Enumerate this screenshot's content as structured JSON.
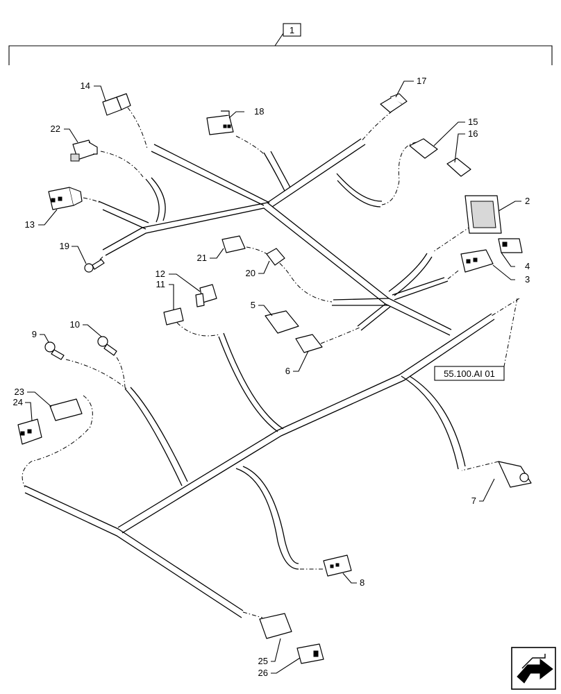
{
  "assembly_label": "1",
  "reference_label": "55.100.AI 01",
  "callouts": {
    "c2": "2",
    "c3": "3",
    "c4": "4",
    "c5": "5",
    "c6": "6",
    "c7": "7",
    "c8": "8",
    "c9": "9",
    "c10": "10",
    "c11": "11",
    "c12": "12",
    "c13": "13",
    "c14": "14",
    "c15": "15",
    "c16": "16",
    "c17": "17",
    "c18": "18",
    "c19": "19",
    "c20": "20",
    "c21": "21",
    "c22": "22",
    "c23": "23",
    "c24": "24",
    "c25": "25",
    "c26": "26"
  },
  "nav_icon": "next-page-arrow-icon"
}
